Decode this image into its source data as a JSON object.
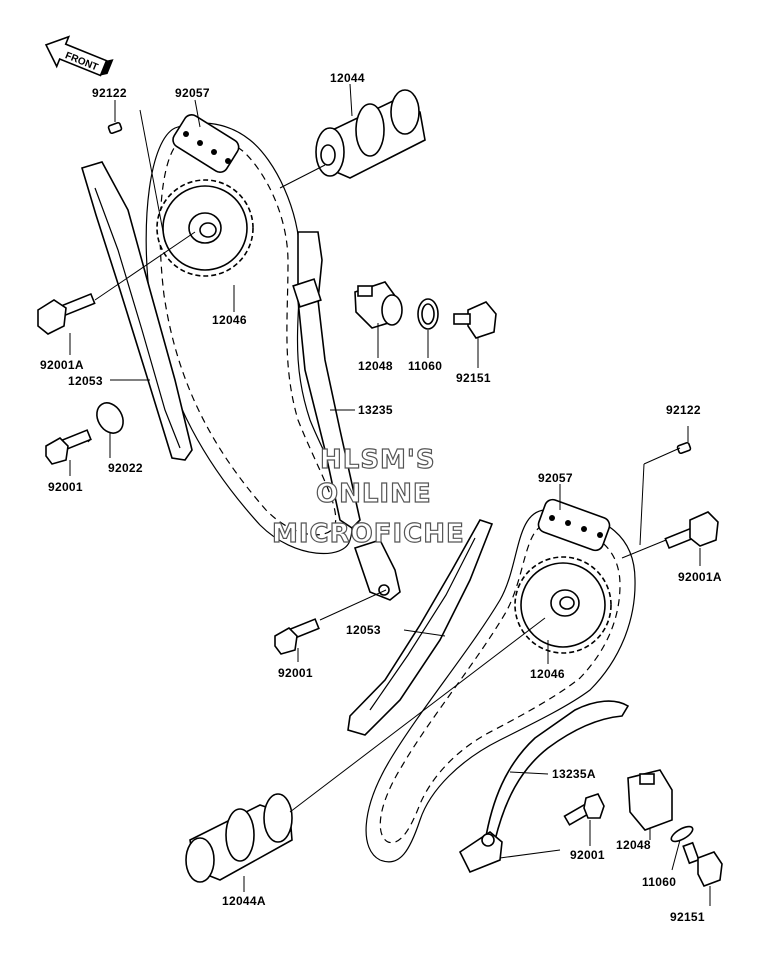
{
  "front_label": "FRONT",
  "watermark": {
    "line1": "HLSM'S",
    "line2": "ONLINE",
    "line3": "MICROFICHE"
  },
  "parts": {
    "p92122_top": "92122",
    "p92057_top": "92057",
    "p12044": "12044",
    "p12046_top": "12046",
    "p92001A_left": "92001A",
    "p12053_left": "12053",
    "p92022": "92022",
    "p92001_left": "92001",
    "p12048_top": "12048",
    "p11060_top": "11060",
    "p92151_top": "92151",
    "p13235": "13235",
    "p92122_right": "92122",
    "p92057_right": "92057",
    "p92001A_right": "92001A",
    "p12053_mid": "12053",
    "p92001_mid": "92001",
    "p12046_right": "12046",
    "p13235A": "13235A",
    "p92001_low": "92001",
    "p12048_low": "12048",
    "p11060_low": "11060",
    "p92151_low": "92151",
    "p12044A": "12044A"
  }
}
